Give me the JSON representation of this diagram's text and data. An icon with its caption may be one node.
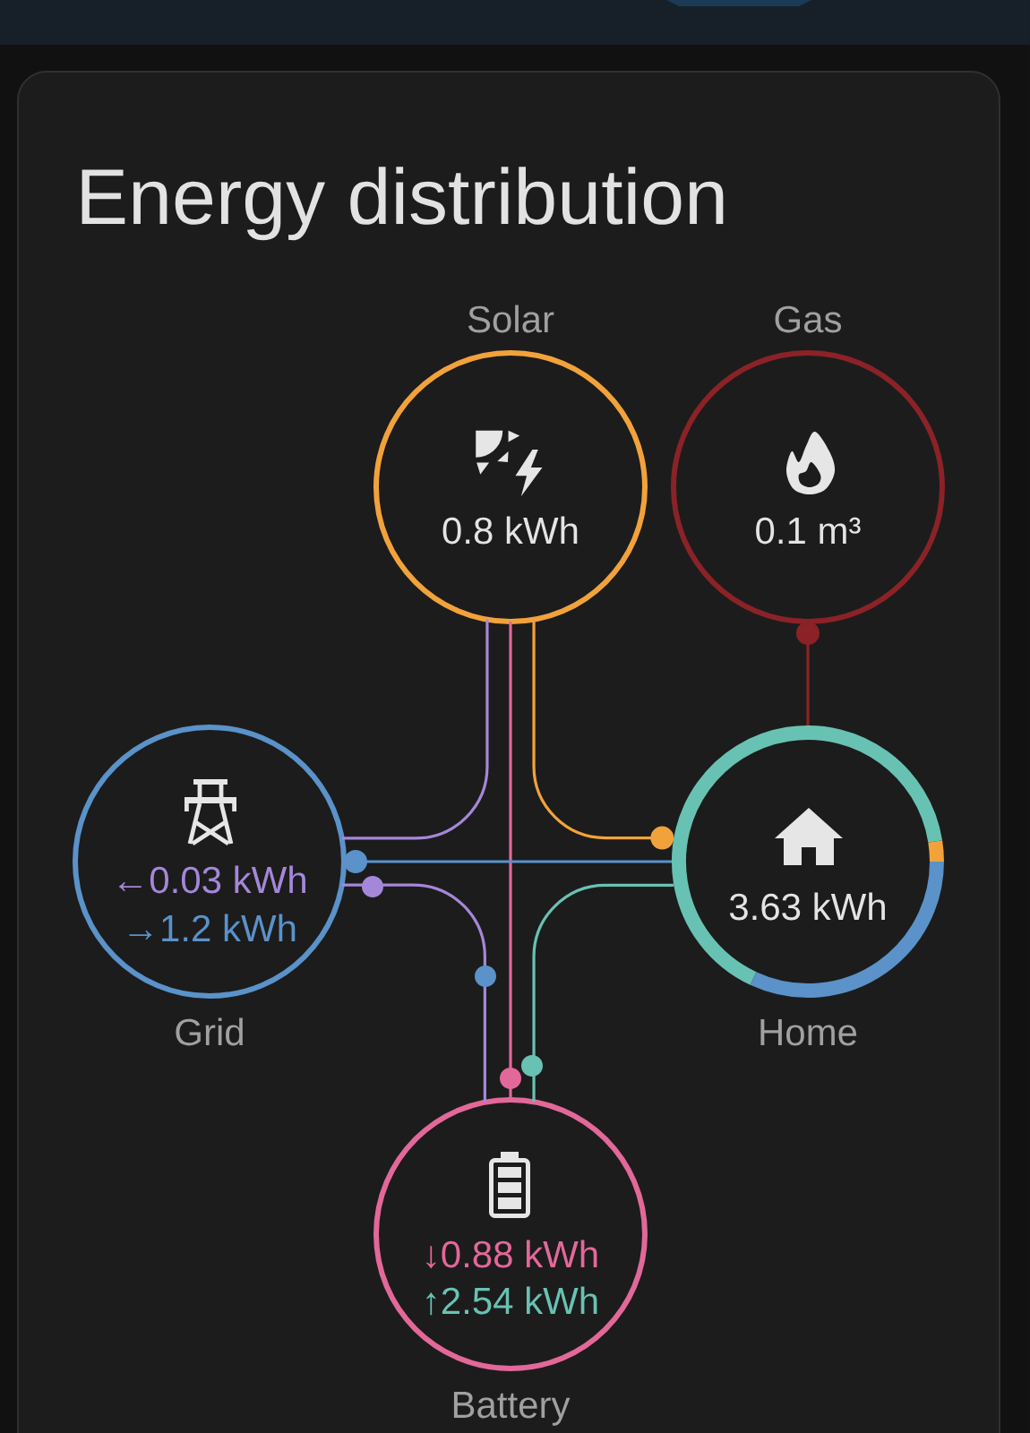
{
  "diagram": {
    "title": "Energy distribution",
    "nodes": [
      {
        "text": [
          "Solar",
          "0.8 kWh"
        ]
      },
      {
        "text": [
          "Gas",
          "0.1 m³"
        ]
      },
      {
        "text": [
          "←0.03 kWh",
          "→1.2 kWh",
          "Grid"
        ]
      },
      {
        "text": [
          "3.63 kWh",
          "Home"
        ]
      },
      {
        "text": [
          "↓0.88 kWh",
          "↑2.54 kWh",
          "Battery"
        ]
      }
    ],
    "edges": [
      {
        "from": 0,
        "to": 2,
        "arrow": "none",
        "color": "#a487d9"
      },
      {
        "from": 0,
        "to": 4,
        "arrow": "none",
        "color": "#e3689a"
      },
      {
        "from": 0,
        "to": 3,
        "arrow": "other",
        "color": "#f2a23b"
      },
      {
        "from": 1,
        "to": 3,
        "arrow": "other",
        "color": "#8b2227"
      },
      {
        "from": 2,
        "to": 3,
        "arrow": "other",
        "color": "#5a92c9"
      },
      {
        "from": 2,
        "to": 4,
        "arrow": "none",
        "color": "#a487d9"
      },
      {
        "from": 4,
        "to": 3,
        "arrow": "none",
        "color": "#68c2b3"
      }
    ]
  }
}
